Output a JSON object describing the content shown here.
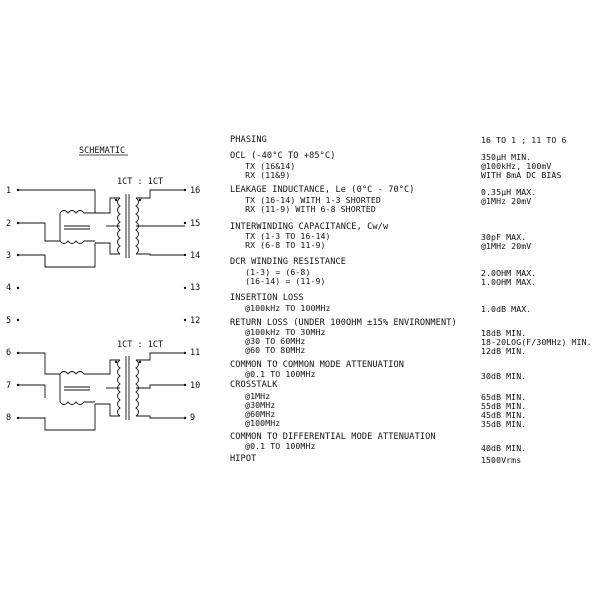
{
  "schematic": {
    "title": "SCHEMATIC",
    "ct_label": "1CT : 1CT",
    "left_pins": [
      "1",
      "2",
      "3",
      "4",
      "5",
      "6",
      "7",
      "8"
    ],
    "right_pins": [
      "16",
      "15",
      "14",
      "13",
      "12",
      "11",
      "10",
      "9"
    ]
  },
  "specs": [
    {
      "lines": [
        "PHASING"
      ],
      "values": [
        "16 TO 1 ; 11 TO 6"
      ]
    },
    {
      "lines": [
        "OCL (-40°C TO +85°C)",
        "   TX (16&14)",
        "   RX (11&9)"
      ],
      "values": [
        "350µH MIN.",
        "@100kHz, 100mV",
        "WITH 8mA DC BIAS"
      ]
    },
    {
      "lines": [
        "LEAKAGE INDUCTANCE, Le (0°C - 70°C)",
        "   TX (16-14) WITH 1-3 SHORTED",
        "   RX (11-9) WITH 6-8 SHORTED"
      ],
      "values": [
        "0.35µH MAX.",
        "@1MHz 20mV"
      ]
    },
    {
      "lines": [
        "INTERWINDING CAPACITANCE, Cw/w",
        "   TX (1-3 TO 16-14)",
        "   RX (6-8 TO 11-9)"
      ],
      "values": [
        "30pF MAX.",
        "@1MHz 20mV"
      ]
    },
    {
      "lines": [
        "DCR WINDING RESISTANCE",
        "   (1-3) = (6-8)",
        "   (16-14) = (11-9)"
      ],
      "values": [
        "2.0OHM MAX.",
        "1.0OHM MAX."
      ]
    },
    {
      "lines": [
        "INSERTION LOSS",
        "   @100kHz TO 100MHz"
      ],
      "values": [
        "1.0dB MAX."
      ]
    },
    {
      "lines": [
        "RETURN LOSS (UNDER 100OHM ±15% ENVIRONMENT)",
        "   @100kHz TO 30MHz",
        "   @30 TO 60MHz",
        "   @60 TO 80MHz"
      ],
      "values": [
        "18dB MIN.",
        "18-20LOG(F/30MHz) MIN.",
        "12dB MIN."
      ]
    },
    {
      "lines": [
        "COMMON TO COMMON MODE ATTENUATION",
        "   @0.1 TO 100MHz"
      ],
      "values": [
        "30dB MIN."
      ]
    },
    {
      "lines": [
        "CROSSTALK",
        "   @1MHz",
        "   @30MHz",
        "   @60MHz",
        "   @100MHz"
      ],
      "values": [
        "65dB MIN.",
        "55dB MIN.",
        "45dB MIN.",
        "35dB MIN."
      ]
    },
    {
      "lines": [
        "COMMON TO DIFFERENTIAL MODE ATTENUATION",
        "   @0.1 TO 100MHz"
      ],
      "values": [
        "40dB MIN."
      ]
    },
    {
      "lines": [
        "HIPOT"
      ],
      "values": [
        "1500Vrms"
      ]
    }
  ]
}
